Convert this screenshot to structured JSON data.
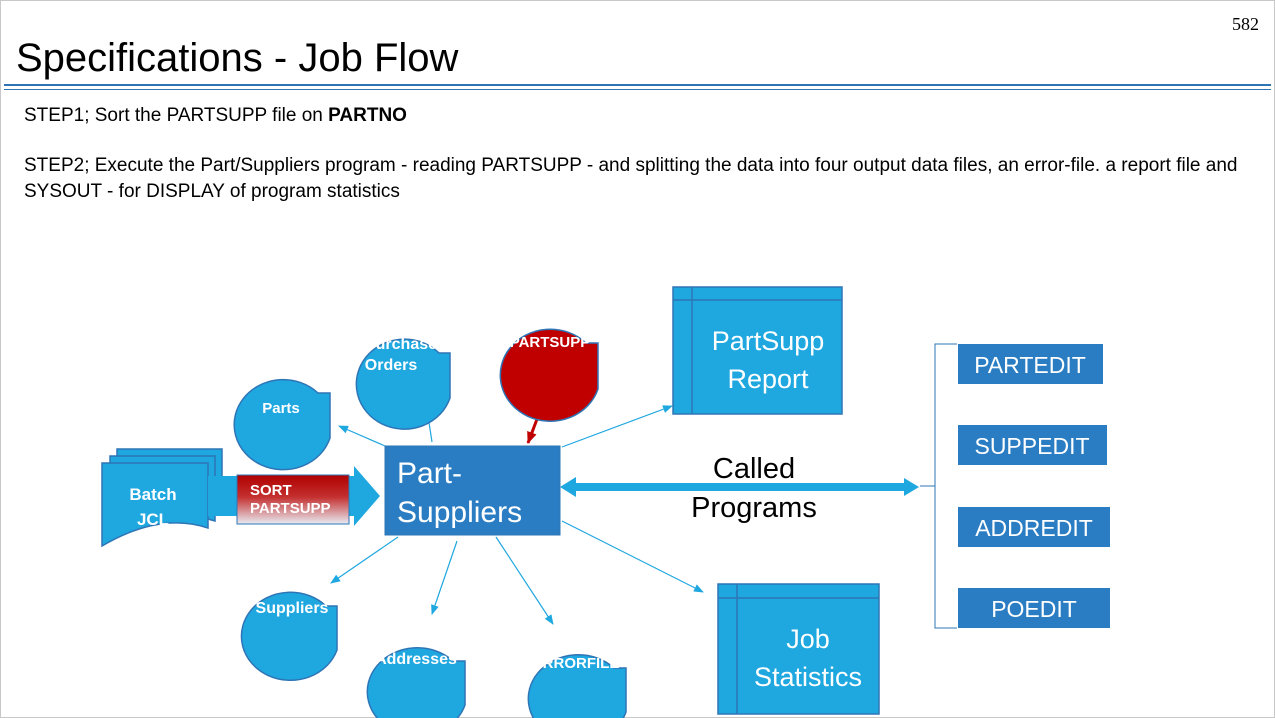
{
  "page_number": "582",
  "title": "Specifications - Job Flow",
  "steps": {
    "step1_prefix": "STEP1;  Sort the PARTSUPP file on ",
    "step1_bold": "PARTNO",
    "step2": "STEP2;  Execute the Part/Suppliers program - reading PARTSUPP - and splitting the data into four output data files, an error-file. a report file and SYSOUT - for DISPLAY of program statistics"
  },
  "diagram": {
    "batch_jcl": {
      "line1": "Batch",
      "line2": "JCL"
    },
    "sort": {
      "line1": "SORT",
      "line2": "PARTSUPP"
    },
    "program": {
      "line1": "Part-",
      "line2": "Suppliers"
    },
    "input_file": "PARTSUPP",
    "outputs": {
      "parts": "Parts",
      "purchase_orders": {
        "line1": "Purchase",
        "line2": "Orders"
      },
      "suppliers": "Suppliers",
      "addresses": "Addresses",
      "errorfile": "ERRORFILE"
    },
    "report": {
      "line1": "PartSupp",
      "line2": "Report"
    },
    "job_statistics": {
      "line1": "Job",
      "line2": "Statistics"
    },
    "called_programs_label": {
      "line1": "Called",
      "line2": "Programs"
    },
    "called_programs": [
      "PARTEDIT",
      "SUPPEDIT",
      "ADDREDIT",
      "POEDIT"
    ]
  },
  "colors": {
    "accent_blue": "#2e75b6",
    "file_blue": "#1fa7e0",
    "program_blue": "#2a7dc3",
    "input_red": "#c00000"
  }
}
